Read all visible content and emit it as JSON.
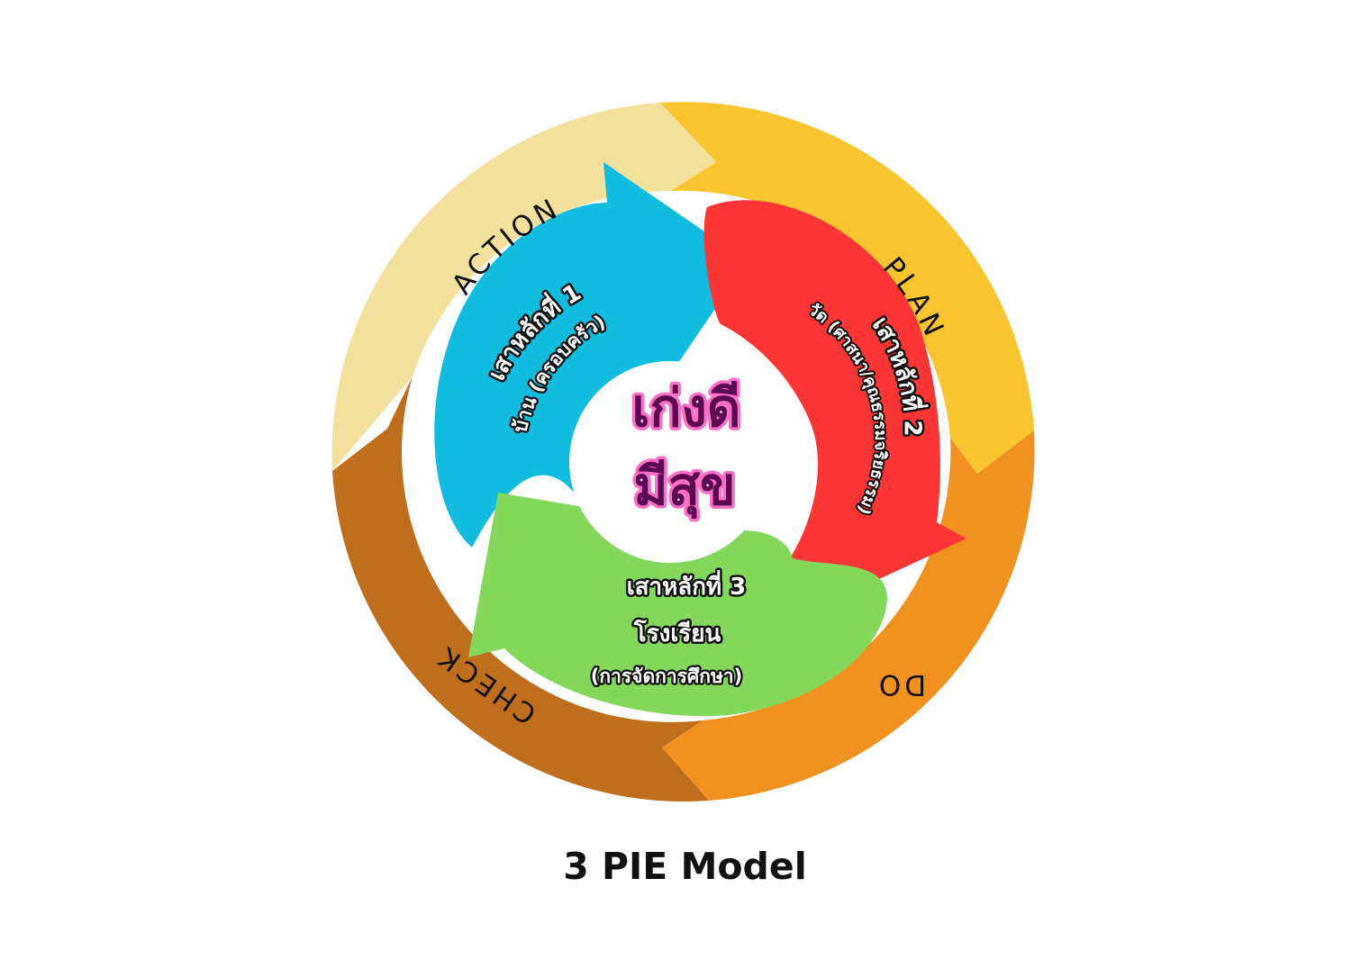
{
  "ring": {
    "plan": {
      "label": "PLAN",
      "color": "#fbc530"
    },
    "do": {
      "label": "DO",
      "color": "#f19220"
    },
    "check": {
      "label": "CHECK",
      "color": "#bf6e1c"
    },
    "action": {
      "label": "ACTION",
      "color": "#f2e09c"
    }
  },
  "pillars": {
    "one": {
      "title": "เสาหลักที่ 1",
      "subtitle": "บ้าน (ครอบครัว)",
      "color": "#10bddf"
    },
    "two": {
      "title": "เสาหลักที่ 2",
      "subtitle": "วัด (ศาสนา/คุณธรรมจริยธรรม)",
      "color": "#fe3535"
    },
    "three": {
      "title": "เสาหลักที่ 3",
      "line2": "โรงเรียน",
      "line3": "(การจัดการศึกษา)",
      "color": "#83d85c"
    }
  },
  "center": {
    "line1": "เก่งดี",
    "line2": "มีสุข"
  },
  "caption": "3 PIE Model"
}
